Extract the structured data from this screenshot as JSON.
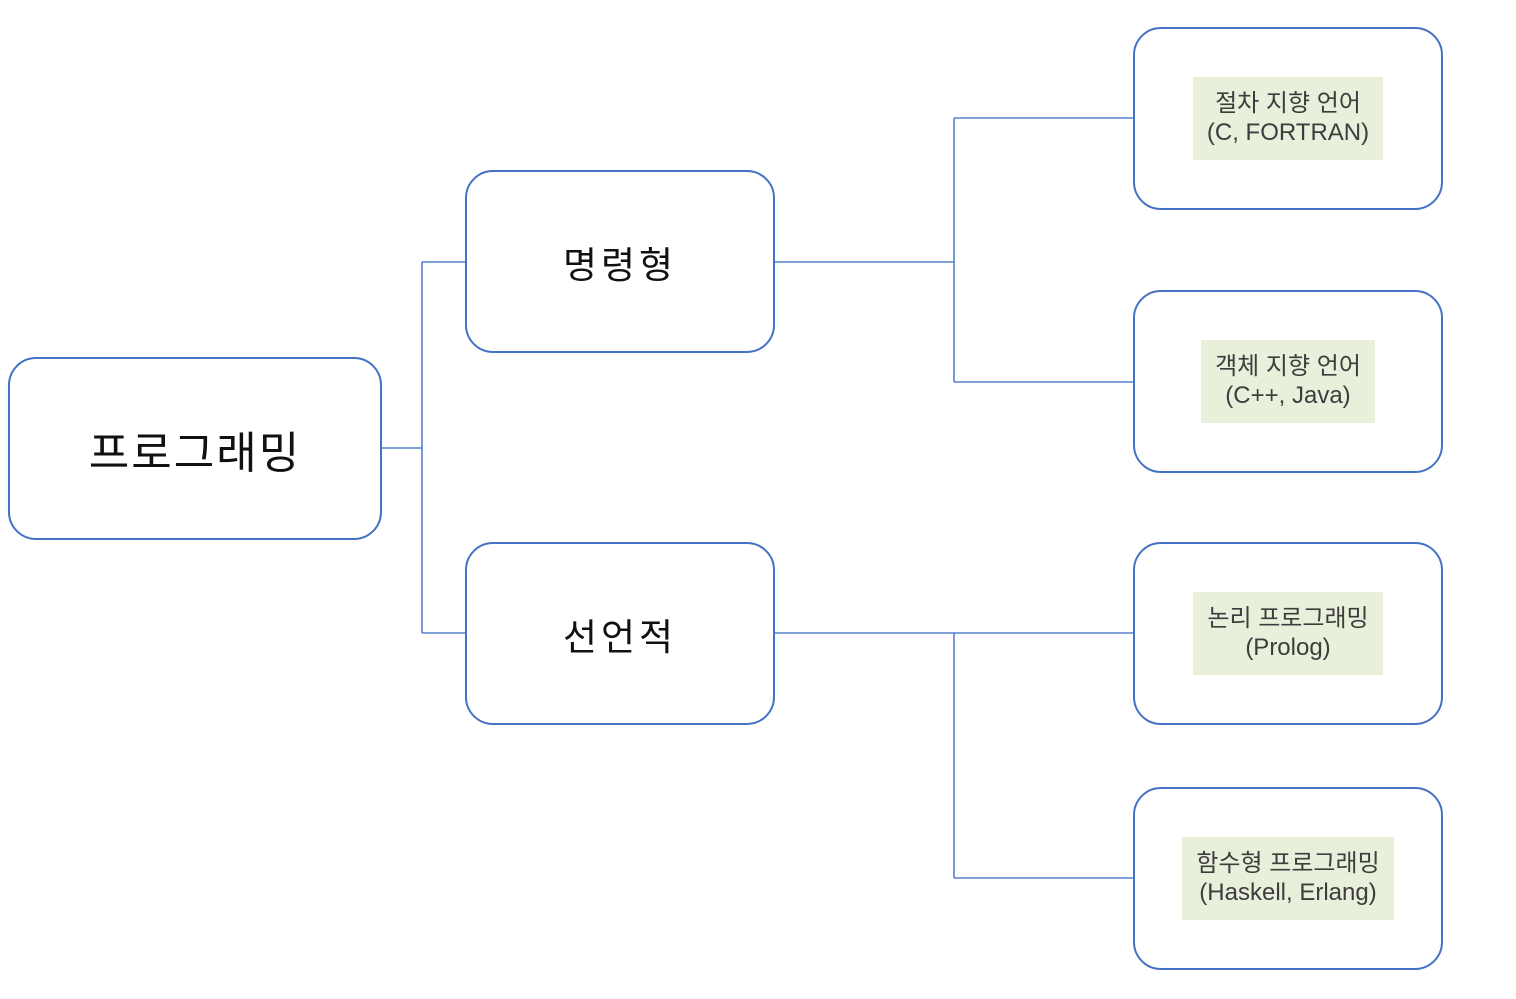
{
  "diagram": {
    "description": "Tree diagram of programming paradigms",
    "root": {
      "label": "프로그래밍"
    },
    "branches": [
      {
        "label": "명령형",
        "children": [
          {
            "label": "절차 지향 언어",
            "examples": "(C, FORTRAN)"
          },
          {
            "label": "객체 지향 언어",
            "examples": "(C++, Java)"
          }
        ]
      },
      {
        "label": "선언적",
        "children": [
          {
            "label": "논리 프로그래밍",
            "examples": "(Prolog)"
          },
          {
            "label": "함수형 프로그래밍",
            "examples": "(Haskell, Erlang)"
          }
        ]
      }
    ],
    "colors": {
      "box_border": "#4472c4",
      "connector": "#4472c4",
      "leaf_label_bg": "#e8efda",
      "leaf_label_text": "#3d3d3d",
      "node_text": "#111111",
      "background": "#ffffff"
    }
  }
}
